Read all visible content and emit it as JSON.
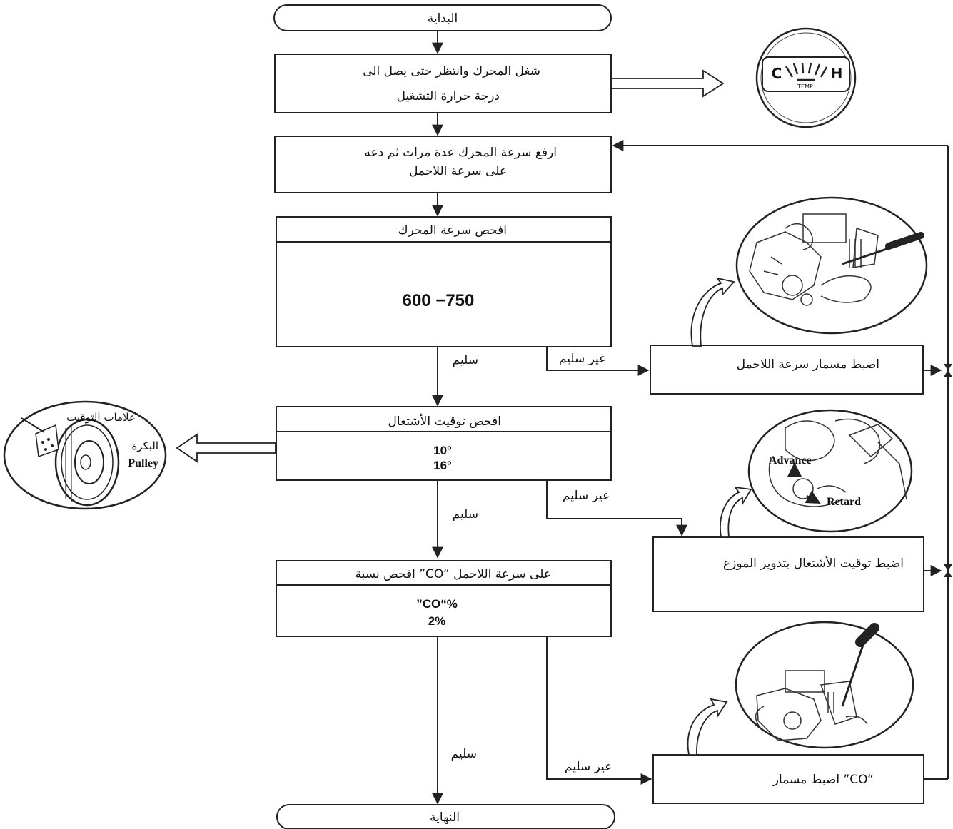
{
  "flow": {
    "start": "البداية",
    "warmup": {
      "line1": "شغل المحرك وانتظر حتى يصل الى",
      "line2": "درجة حرارة التشغيل"
    },
    "rev": {
      "line1": "ارفع سرعة المحرك عدة مرات ثم دعه",
      "line2": "على سرعة اللاحمل"
    },
    "check_speed": {
      "title": "افحص سرعة المحرك",
      "value": "600 −750"
    },
    "check_timing": {
      "title": "افحص توقيت الأشتعال",
      "value1": "10°",
      "value2": "16°"
    },
    "check_co": {
      "title": "افحص نسبة ”CO“ على سرعة اللاحمل",
      "value1": "”CO“%",
      "value2": "2%"
    },
    "end": "النهاية",
    "ok_label": "سليم",
    "not_ok_label": "غير سليم"
  },
  "actions": {
    "adjust_idle": "اضبط مسمار سرعة اللاحمل",
    "adjust_timing": "اضبط توقيت الأشتعال بتدوير الموزع",
    "adjust_co": "اضبط مسمار ”CO“"
  },
  "illustrations": {
    "gauge": {
      "c": "C",
      "h": "H",
      "temp": "TEMP"
    },
    "pulley": {
      "timing_marks": "علامات التوقيت",
      "pulley_ar": "البكرة",
      "pulley_en": "Pulley"
    },
    "distributor": {
      "advance": "Advance",
      "retard": "Retard"
    }
  }
}
